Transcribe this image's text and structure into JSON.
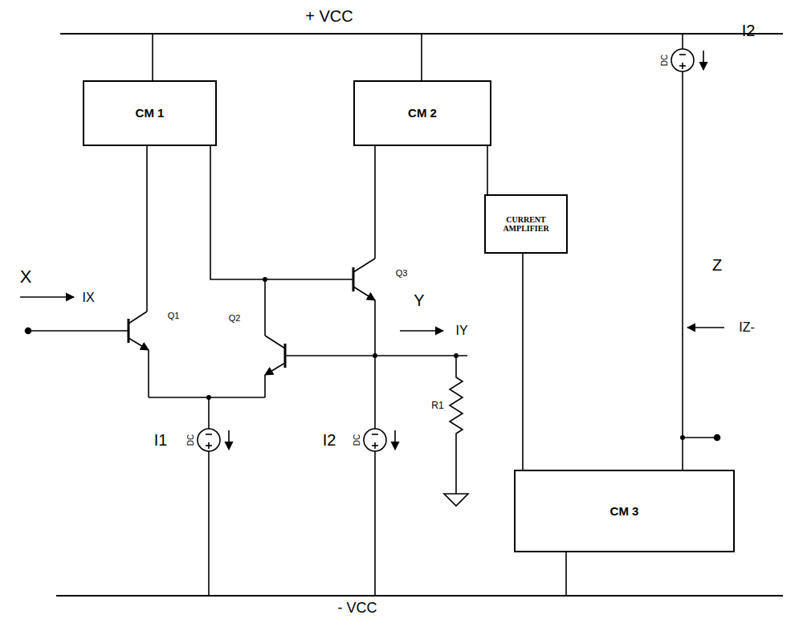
{
  "diagram": {
    "nodes": [
      {
        "text": [
          "CM 1"
        ]
      },
      {
        "text": [
          "CM 2"
        ]
      },
      {
        "text": [
          "CURRENT AMPLIFIER"
        ]
      },
      {
        "text": [
          "CM 3"
        ]
      }
    ],
    "edges": [
      {
        "from": 1,
        "to": 2,
        "arrow": "none"
      },
      {
        "from": 2,
        "to": 3,
        "arrow": "none"
      }
    ],
    "labels": [
      "+ VCC",
      "X",
      "IX",
      "Q1",
      "Q2",
      "Q3",
      "Y",
      "IY",
      "Z",
      "IZ-",
      "I1",
      "DC",
      "I2",
      "DC",
      "R1",
      "I2",
      "DC",
      "- VCC"
    ]
  }
}
